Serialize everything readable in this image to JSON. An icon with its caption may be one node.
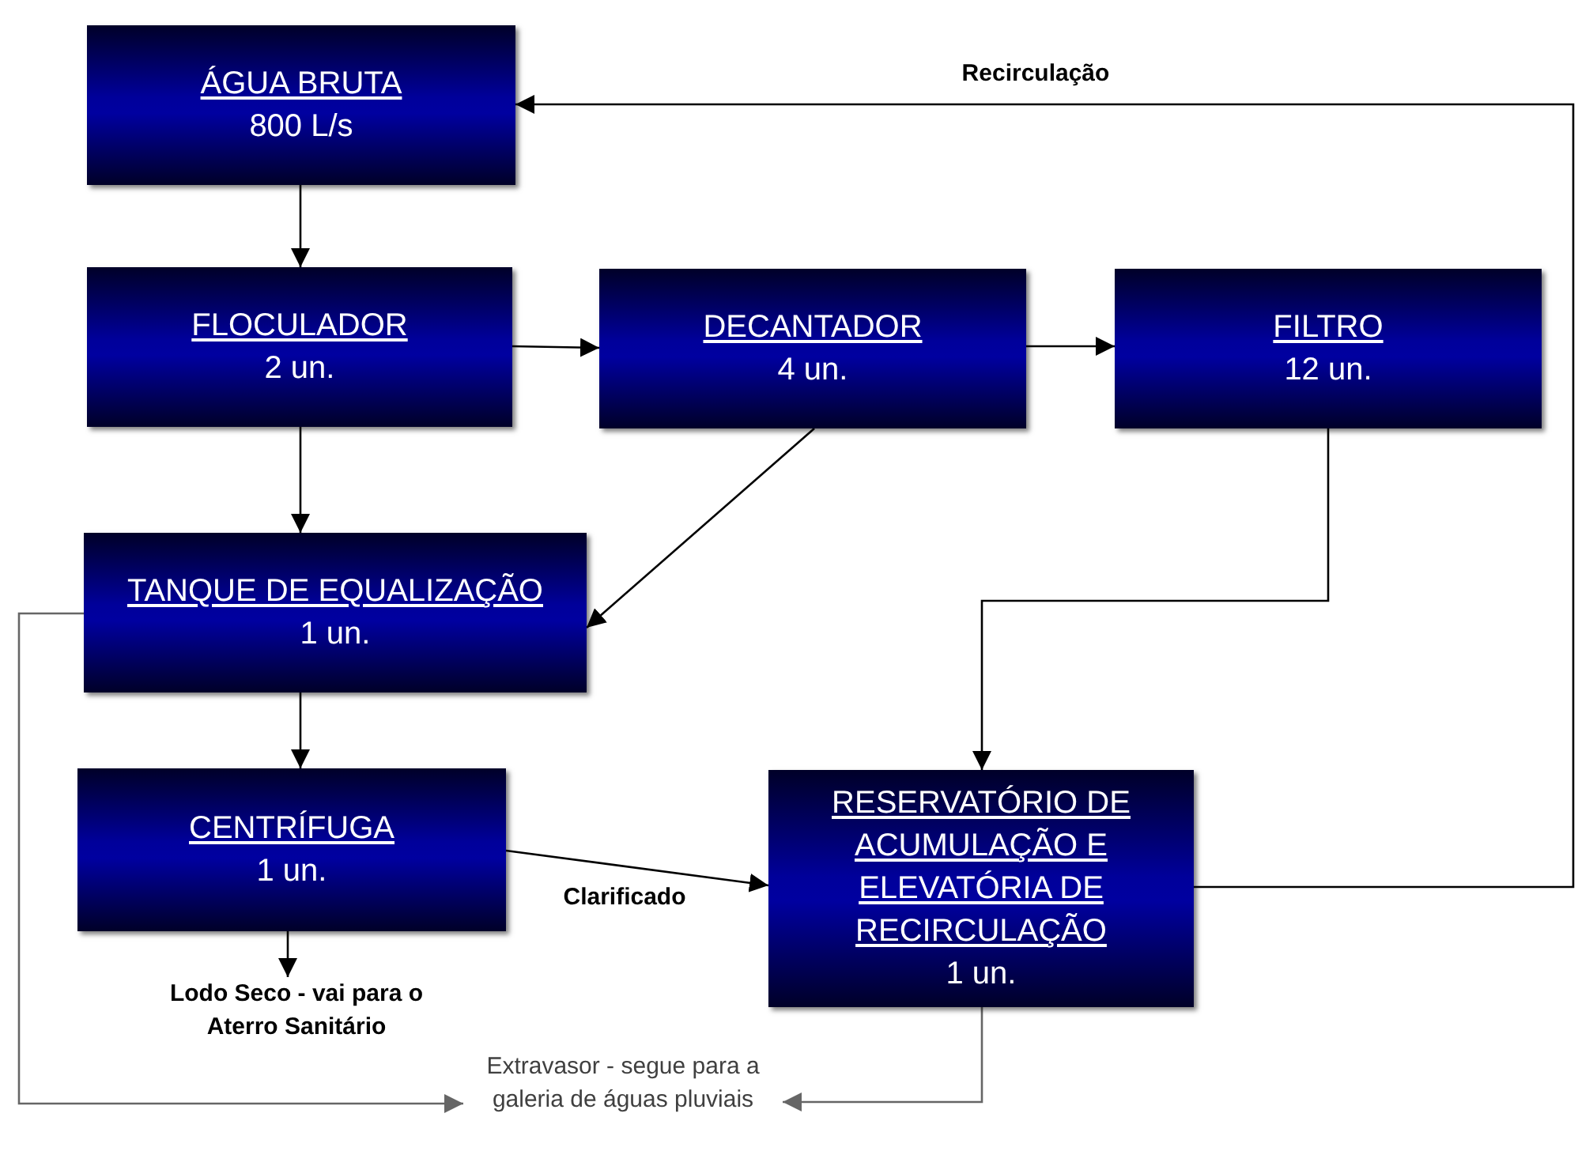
{
  "diagram": {
    "nodes": [
      {
        "text": [
          "ÁGUA BRUTA",
          "800 L/s"
        ]
      },
      {
        "text": [
          "FLOCULADOR",
          "2 un."
        ]
      },
      {
        "text": [
          "DECANTADOR",
          "4 un."
        ]
      },
      {
        "text": [
          "FILTRO",
          "12 un."
        ]
      },
      {
        "text": [
          "TANQUE DE EQUALIZAÇÃO",
          "1 un."
        ]
      },
      {
        "text": [
          "CENTRÍFUGA",
          "1 un."
        ]
      },
      {
        "text": [
          "RESERVATÓRIO DE ACUMULAÇÃO E ELEVATÓRIA DE RECIRCULAÇÃO",
          "1 un."
        ]
      },
      {
        "text": [
          "Lodo Seco - vai para o Aterro Sanitário"
        ]
      },
      {
        "text": [
          "Extravasor - segue para a galeria de águas pluviais"
        ]
      }
    ],
    "edges": [
      {
        "from": 0,
        "to": 1,
        "arrow": "to"
      },
      {
        "from": 1,
        "to": 2,
        "arrow": "to"
      },
      {
        "from": 2,
        "to": 3,
        "arrow": "to"
      },
      {
        "from": 1,
        "to": 4,
        "arrow": "to"
      },
      {
        "from": 2,
        "to": 4,
        "arrow": "to"
      },
      {
        "from": 3,
        "to": 6,
        "arrow": "to"
      },
      {
        "from": 4,
        "to": 5,
        "arrow": "to"
      },
      {
        "from": 5,
        "to": 6,
        "arrow": "to",
        "label": "Clarificado"
      },
      {
        "from": 5,
        "to": 7,
        "arrow": "to"
      },
      {
        "from": 4,
        "to": 8,
        "arrow": "to",
        "color": "#666666"
      },
      {
        "from": 6,
        "to": 8,
        "arrow": "to",
        "color": "#666666"
      },
      {
        "from": 6,
        "to": 0,
        "arrow": "to",
        "label": "Recirculação"
      }
    ]
  }
}
